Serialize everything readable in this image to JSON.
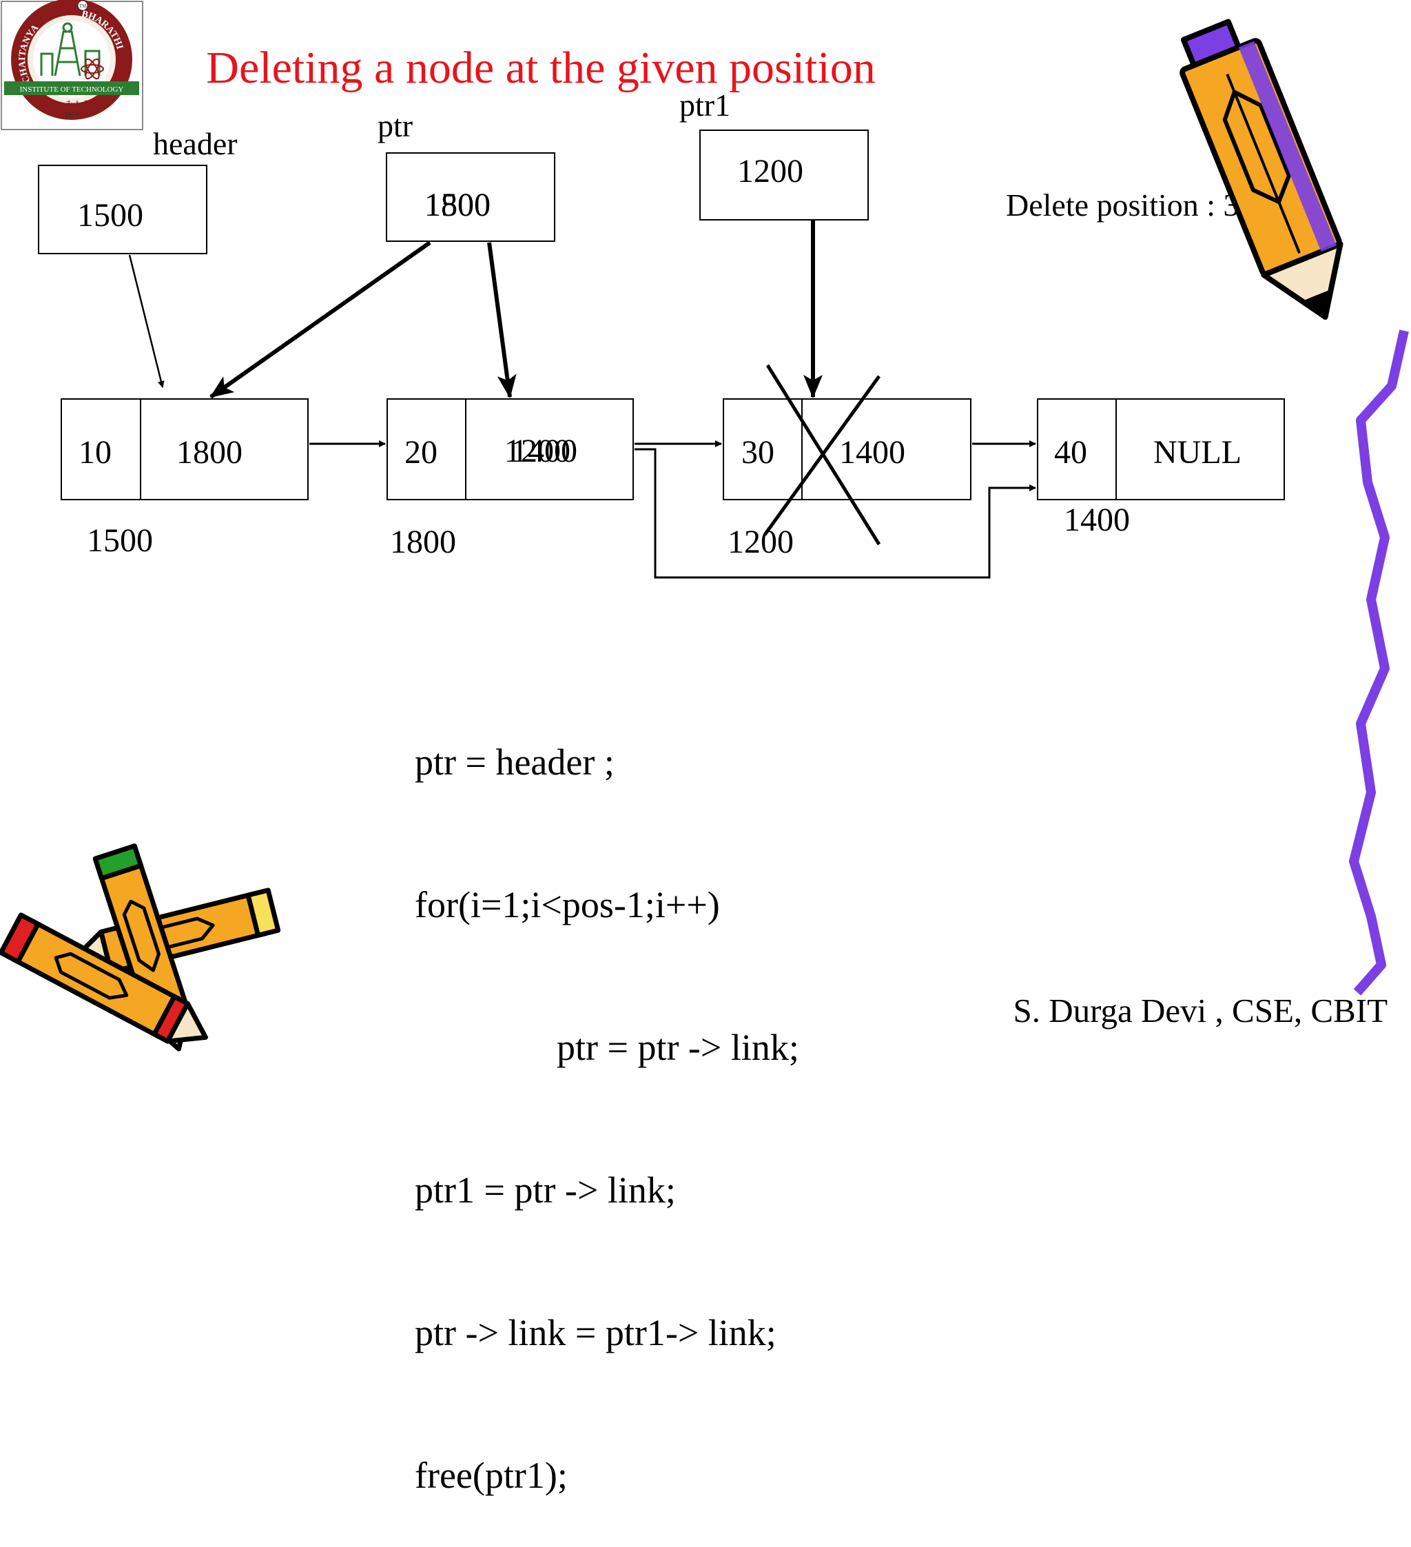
{
  "title": "Deleting a node at the given position",
  "title_color": "#e8141c",
  "logo": {
    "arc_left": "CHAITANYA",
    "arc_right": "BHARATHI",
    "band": "INSTITUTE OF TECHNOLOGY",
    "motto": "స్వయం తేజస్విన్ భవ",
    "year": "1979",
    "tm": "TM",
    "ring_color": "#8b1a1a",
    "accent_color": "#2e7d32"
  },
  "pointers": {
    "header": {
      "label": "header",
      "value": "1500"
    },
    "ptr": {
      "label": "ptr",
      "value_old": "1500",
      "value_new": "1800"
    },
    "ptr1": {
      "label": "ptr1",
      "value": "1200"
    }
  },
  "delete_note": "Delete  position : 3",
  "nodes": [
    {
      "data": "10",
      "link": "1800",
      "address": "1500"
    },
    {
      "data": "20",
      "link_old": "1200",
      "link_new": "1400",
      "address": "1800"
    },
    {
      "data": "30",
      "link": "1400",
      "address": "1200",
      "deleted": true
    },
    {
      "data": "40",
      "link": "NULL",
      "address": "1400"
    }
  ],
  "code": [
    "ptr = header ;",
    "for(i=1;i<pos-1;i++)",
    "ptr = ptr -> link;",
    "ptr1 = ptr -> link;",
    "ptr -> link = ptr1-> link;",
    "free(ptr1);"
  ],
  "credit": "S. Durga Devi , CSE, CBIT",
  "colors": {
    "pencil_body": "#f5a623",
    "pencil_purple": "#7b3fe4",
    "squiggle": "#7b3fe4",
    "pencil_red": "#e02020",
    "pencil_green": "#22a02a",
    "pencil_yellow": "#f7e05a"
  }
}
